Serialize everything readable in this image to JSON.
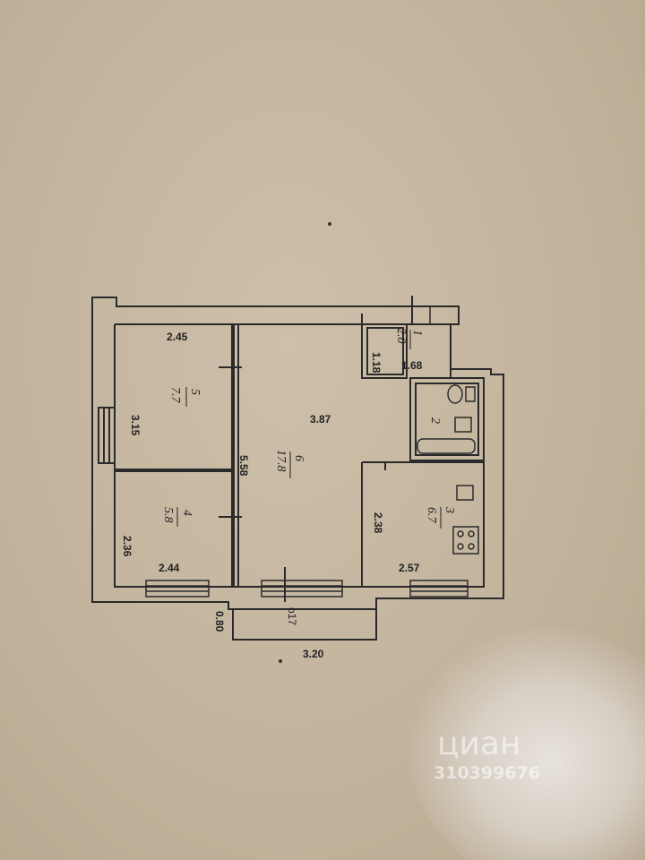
{
  "plan": {
    "rooms": [
      {
        "id": "r1",
        "number": "1",
        "area": "2.0"
      },
      {
        "id": "r2",
        "number": "2",
        "area": ""
      },
      {
        "id": "r3",
        "number": "3",
        "area": "6.7"
      },
      {
        "id": "r4",
        "number": "4",
        "area": "5.8"
      },
      {
        "id": "r5",
        "number": "5",
        "area": "7.7"
      },
      {
        "id": "r6",
        "number": "6",
        "area": "17.8"
      }
    ],
    "dimensions": {
      "top_room5": "2.45",
      "left_room5": "3.15",
      "left_room4": "2.36",
      "bottom_room4": "2.44",
      "center_room6": "3.87",
      "vertical_room6": "5.58",
      "room1_height": "1.18",
      "room1_width": "1.68",
      "room3_left": "2.38",
      "room3_bottom": "2.57",
      "balcony_depth": "0.80",
      "balcony_width": "3.20",
      "balcony_label": "o17"
    }
  },
  "watermark": {
    "word": "циан",
    "listing_id": "310399676"
  },
  "colors": {
    "paper": "#c6b8a3",
    "ink": "#222222",
    "glare": "#ece8e4"
  }
}
